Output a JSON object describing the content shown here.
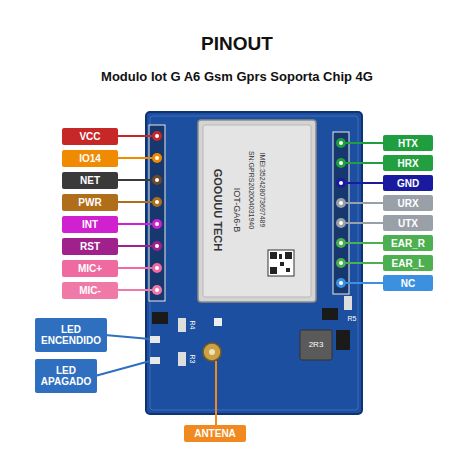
{
  "diagram": {
    "title": "PINOUT",
    "nodes": [
      {
        "text": [
          "VCC"
        ]
      },
      {
        "text": [
          "IO14"
        ]
      },
      {
        "text": [
          "NET"
        ]
      },
      {
        "text": [
          "PWR"
        ]
      },
      {
        "text": [
          "INT"
        ]
      },
      {
        "text": [
          "RST"
        ]
      },
      {
        "text": [
          "MIC+"
        ]
      },
      {
        "text": [
          "MIC-"
        ]
      },
      {
        "text": [
          "HTX"
        ]
      },
      {
        "text": [
          "HRX"
        ]
      },
      {
        "text": [
          "GND"
        ]
      },
      {
        "text": [
          "URX"
        ]
      },
      {
        "text": [
          "UTX"
        ]
      },
      {
        "text": [
          "EAR_R"
        ]
      },
      {
        "text": [
          "EAR_L"
        ]
      },
      {
        "text": [
          "NC"
        ]
      },
      {
        "text": [
          "LED ENCENDIDO"
        ]
      },
      {
        "text": [
          "LED APAGADO"
        ]
      },
      {
        "text": [
          "ANTENA"
        ]
      }
    ],
    "labels": [
      "Modulo Iot G A6 Gsm Gprs Soporta Chip 4G",
      "GOOUUU TECH",
      "IOT-GA6-B",
      "SN:GPRS202004031940",
      "IMEI:352428073697489",
      "R5",
      "R4",
      "R3",
      "2R3"
    ]
  }
}
